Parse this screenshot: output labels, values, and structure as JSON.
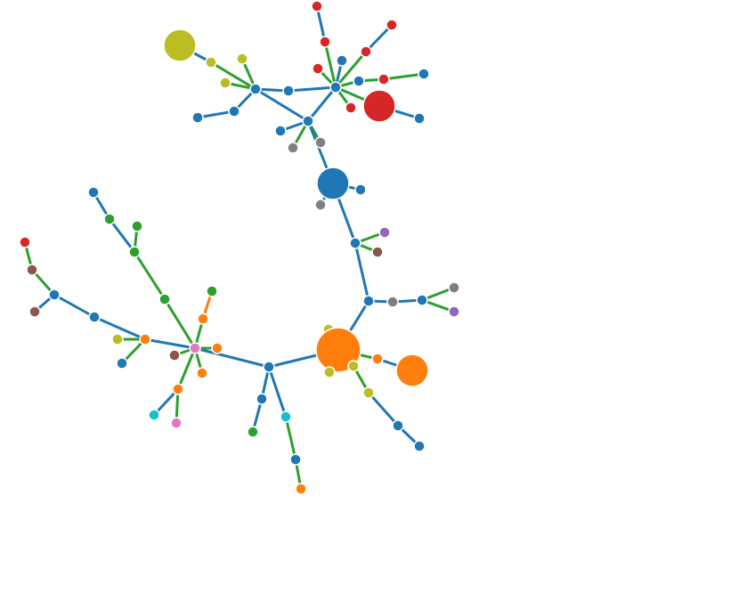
{
  "graph": {
    "colors": {
      "blue": "#1f77b4",
      "red": "#d62728",
      "green": "#2ca02c",
      "olive": "#bcbd22",
      "orange": "#ff7f0e",
      "gray": "#7f7f7f",
      "purple": "#9467bd",
      "brown": "#8c564b",
      "pink": "#e377c2",
      "cyan": "#17becf"
    },
    "node_colors": {
      "n1": "olive",
      "n2": "olive",
      "n3": "olive",
      "n4": "olive",
      "n5": "blue",
      "n6": "blue",
      "n7": "blue",
      "n8": "blue",
      "n9": "blue",
      "n10": "blue",
      "n11": "gray",
      "n12": "gray",
      "n13": "blue",
      "n14": "red",
      "n15": "red",
      "n16": "red",
      "n17": "red",
      "n18": "blue",
      "n19": "red",
      "n20": "red",
      "n21": "blue",
      "n22": "red",
      "n23": "red",
      "n24": "blue",
      "n25": "blue",
      "n26": "blue",
      "n27": "blue",
      "n28": "gray",
      "n29": "purple",
      "n30": "blue",
      "n31": "brown",
      "n32": "blue",
      "n33": "gray",
      "n34": "gray",
      "n35": "blue",
      "n36": "purple",
      "n37": "olive",
      "n38": "orange",
      "n39": "orange",
      "n40": "orange",
      "n41": "olive",
      "n42": "olive",
      "n43": "olive",
      "n44": "blue",
      "n45": "blue",
      "n46": "blue",
      "n47": "blue",
      "n48": "green",
      "n49": "cyan",
      "n50": "blue",
      "n51": "orange",
      "n52": "pink",
      "n53": "orange",
      "n54": "orange",
      "n55": "green",
      "n56": "brown",
      "n57": "orange",
      "n58": "orange",
      "n59": "cyan",
      "n60": "pink",
      "n61": "green",
      "n62": "green",
      "n63": "green",
      "n64": "green",
      "n65": "blue",
      "n66": "orange",
      "n67": "olive",
      "n68": "blue",
      "n69": "blue",
      "n70": "blue",
      "n71": "brown",
      "n72": "brown",
      "n73": "red"
    },
    "edges": [
      [
        "n1",
        "n2",
        "blue"
      ],
      [
        "n2",
        "n5",
        "green"
      ],
      [
        "n3",
        "n5",
        "green"
      ],
      [
        "n4",
        "n5",
        "green"
      ],
      [
        "n5",
        "n6",
        "blue"
      ],
      [
        "n5",
        "n7",
        "blue"
      ],
      [
        "n7",
        "n8",
        "blue"
      ],
      [
        "n6",
        "n13",
        "blue"
      ],
      [
        "n9",
        "n10",
        "blue"
      ],
      [
        "n9",
        "n11",
        "green"
      ],
      [
        "n9",
        "n12",
        "green"
      ],
      [
        "n9",
        "n13",
        "blue"
      ],
      [
        "n13",
        "n14",
        "green"
      ],
      [
        "n14",
        "n15",
        "blue"
      ],
      [
        "n13",
        "n16",
        "green"
      ],
      [
        "n13",
        "n17",
        "green"
      ],
      [
        "n18",
        "n13",
        "blue"
      ],
      [
        "n19",
        "n20",
        "blue"
      ],
      [
        "n20",
        "n13",
        "green"
      ],
      [
        "n13",
        "n21",
        "green"
      ],
      [
        "n13",
        "n22",
        "green"
      ],
      [
        "n13",
        "n23",
        "green"
      ],
      [
        "n23",
        "n24",
        "green"
      ],
      [
        "n23",
        "n25",
        "blue"
      ],
      [
        "n25",
        "n73",
        "blue"
      ],
      [
        "n9",
        "n26",
        "blue"
      ],
      [
        "n26",
        "n27",
        "blue"
      ],
      [
        "n26",
        "n28",
        "blue"
      ],
      [
        "n26",
        "n30",
        "blue"
      ],
      [
        "n30",
        "n29",
        "green"
      ],
      [
        "n30",
        "n34",
        "green"
      ],
      [
        "n30",
        "n32",
        "blue"
      ],
      [
        "n32",
        "n31",
        "blue"
      ],
      [
        "n32",
        "n35",
        "blue"
      ],
      [
        "n35",
        "n33",
        "green"
      ],
      [
        "n35",
        "n34",
        "green"
      ],
      [
        "n32",
        "n36",
        "blue"
      ],
      [
        "n36",
        "n37",
        "blue"
      ],
      [
        "n36",
        "n38",
        "blue"
      ],
      [
        "n38",
        "n39",
        "blue"
      ],
      [
        "n39",
        "n40",
        "blue"
      ],
      [
        "n38",
        "n41",
        "green"
      ],
      [
        "n41",
        "n42",
        "green"
      ],
      [
        "n42",
        "n43",
        "green"
      ],
      [
        "n36",
        "n44",
        "blue"
      ],
      [
        "n44",
        "n45",
        "blue"
      ],
      [
        "n45",
        "n46",
        "blue"
      ],
      [
        "n44",
        "n47",
        "blue"
      ],
      [
        "n47",
        "n48",
        "green"
      ],
      [
        "n48",
        "n49",
        "green"
      ],
      [
        "n44",
        "n50",
        "blue"
      ],
      [
        "n50",
        "n51",
        "blue"
      ],
      [
        "n50",
        "n52",
        "green"
      ],
      [
        "n52",
        "n53",
        "orange"
      ],
      [
        "n50",
        "n54",
        "green"
      ],
      [
        "n50",
        "n55",
        "green"
      ],
      [
        "n50",
        "n56",
        "green"
      ],
      [
        "n50",
        "n57",
        "green"
      ],
      [
        "n57",
        "n58",
        "blue"
      ],
      [
        "n57",
        "n59",
        "green"
      ],
      [
        "n50",
        "n60",
        "green"
      ],
      [
        "n60",
        "n61",
        "green"
      ],
      [
        "n61",
        "n62",
        "green"
      ],
      [
        "n62",
        "n63",
        "green"
      ],
      [
        "n61",
        "n64",
        "green"
      ],
      [
        "n50",
        "n65",
        "blue"
      ],
      [
        "n65",
        "n66",
        "green"
      ],
      [
        "n65",
        "n67",
        "green"
      ],
      [
        "n65",
        "n68",
        "blue"
      ],
      [
        "n68",
        "n69",
        "blue"
      ],
      [
        "n69",
        "n70",
        "blue"
      ],
      [
        "n69",
        "n71",
        "green"
      ],
      [
        "n71",
        "n72",
        "blue"
      ],
      [
        "n72",
        "n73",
        "blue"
      ]
    ]
  }
}
